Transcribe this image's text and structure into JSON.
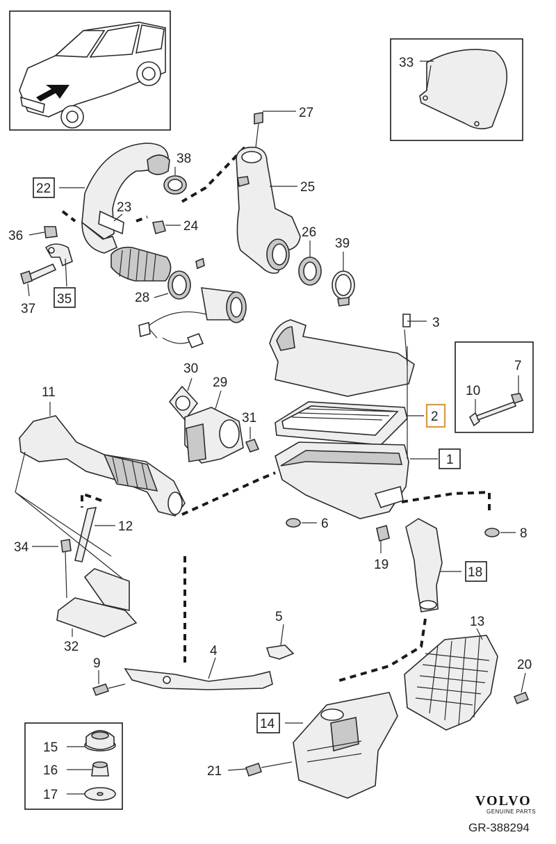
{
  "callouts": {
    "c1": "1",
    "c2": "2",
    "c3": "3",
    "c4": "4",
    "c5": "5",
    "c6": "6",
    "c7": "7",
    "c8": "8",
    "c9": "9",
    "c10": "10",
    "c11": "11",
    "c12": "12",
    "c13": "13",
    "c14": "14",
    "c15": "15",
    "c16": "16",
    "c17": "17",
    "c18": "18",
    "c19": "19",
    "c20": "20",
    "c21": "21",
    "c22": "22",
    "c23": "23",
    "c24": "24",
    "c25": "25",
    "c26": "26",
    "c27": "27",
    "c28": "28",
    "c29": "29",
    "c30": "30",
    "c31": "31",
    "c32": "32",
    "c33": "33",
    "c34": "34",
    "c35": "35",
    "c36": "36",
    "c37": "37",
    "c38": "38",
    "c39": "39"
  },
  "highlight_color": "#e8962e",
  "brand": {
    "logo": "VOLVO",
    "tagline": "GENUINE PARTS"
  },
  "reference": "GR-388294"
}
